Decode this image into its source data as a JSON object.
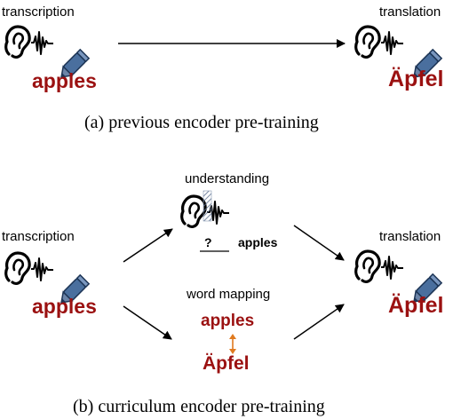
{
  "panel_a": {
    "left_label": "transcription",
    "right_label": "translation",
    "left_word": "apples",
    "right_word": "Äpfel",
    "caption": "(a)  previous encoder pre-training"
  },
  "panel_b": {
    "left_label": "transcription",
    "right_label": "translation",
    "left_word": "apples",
    "right_word": "Äpfel",
    "understanding_label": "understanding",
    "question_mark": "?",
    "understanding_word": "apples",
    "mapping_label": "word mapping",
    "mapping_source": "apples",
    "mapping_target": "Äpfel",
    "caption": "(b)  curriculum encoder pre-training"
  },
  "colors": {
    "accent_red": "#9b1111",
    "pencil_blue": "#4a6f9e",
    "mapping_arrow": "#e07a1f"
  }
}
